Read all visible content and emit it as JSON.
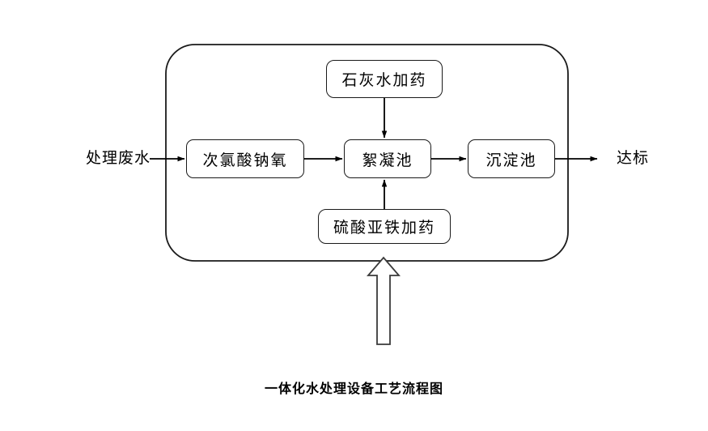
{
  "diagram": {
    "title": "一体化水处理设备工艺流程图",
    "container": {
      "name": "integrated-equipment-boundary",
      "label": ""
    },
    "nodes": [
      {
        "id": "lime",
        "label": "石灰水加药"
      },
      {
        "id": "naclo",
        "label": "次氯酸钠氧"
      },
      {
        "id": "floc",
        "label": "絮凝池"
      },
      {
        "id": "sed",
        "label": "沉淀池"
      },
      {
        "id": "feso4",
        "label": "硫酸亚铁加药"
      }
    ],
    "endpoints": {
      "influent": "处理废水",
      "effluent": "达标"
    },
    "edges": [
      {
        "from": "influent",
        "to": "naclo",
        "style": "solid-arrow"
      },
      {
        "from": "naclo",
        "to": "floc",
        "style": "solid-arrow"
      },
      {
        "from": "lime",
        "to": "floc",
        "style": "solid-arrow"
      },
      {
        "from": "feso4",
        "to": "floc",
        "style": "solid-arrow"
      },
      {
        "from": "floc",
        "to": "sed",
        "style": "solid-arrow"
      },
      {
        "from": "sed",
        "to": "effluent",
        "style": "solid-arrow"
      },
      {
        "from": "external-supply",
        "to": "container",
        "style": "hollow-block-arrow"
      }
    ],
    "colors": {
      "stroke": "#1a1a1a",
      "fill": "#ffffff",
      "text": "#000000"
    }
  }
}
